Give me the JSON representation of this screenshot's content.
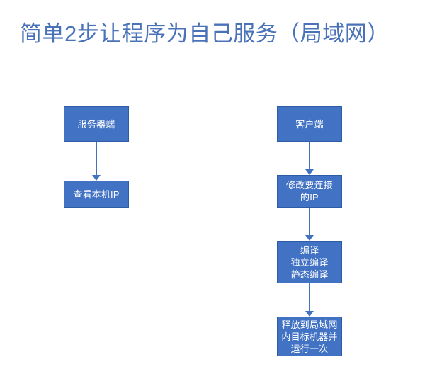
{
  "page": {
    "title": "简单2步让程序为自己服务（局域网）",
    "background_color": "#ffffff",
    "title_color": "#4a72b8",
    "node_fill_color": "#4272c4",
    "node_border_color": "#2e5ba6",
    "node_text_color": "#ffffff",
    "connector_color": "#4272c4"
  },
  "diagram": {
    "type": "flowchart",
    "columns": [
      {
        "name": "server-column",
        "nodes": [
          {
            "id": "server-start",
            "label": "服务器端"
          },
          {
            "id": "server-check-ip",
            "label": "查看本机IP"
          }
        ],
        "connectors": [
          {
            "from": "server-start",
            "to": "server-check-ip",
            "direction": "down"
          }
        ]
      },
      {
        "name": "client-column",
        "nodes": [
          {
            "id": "client-start",
            "label": "客户端"
          },
          {
            "id": "client-modify-ip",
            "label": "修改要连接\n的IP"
          },
          {
            "id": "client-compile",
            "label": "编译\n独立编译\n静态编译"
          },
          {
            "id": "client-deploy",
            "label": "释放到局域网\n内目标机器并\n运行一次"
          }
        ],
        "connectors": [
          {
            "from": "client-start",
            "to": "client-modify-ip",
            "direction": "down"
          },
          {
            "from": "client-modify-ip",
            "to": "client-compile",
            "direction": "down"
          },
          {
            "from": "client-compile",
            "to": "client-deploy",
            "direction": "down"
          }
        ]
      }
    ]
  }
}
